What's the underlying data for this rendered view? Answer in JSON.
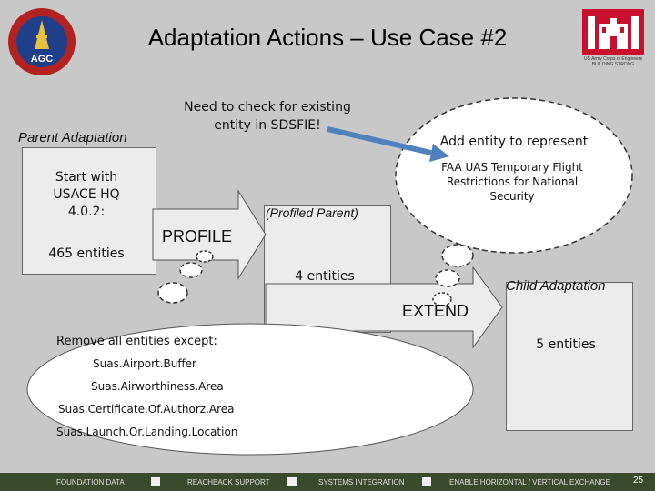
{
  "slide": {
    "title": "Adaptation Actions – Use Case #2",
    "logo_left_text": "AGC",
    "logo_right_caption": "US Army Corps of Engineers\nBUILDING STRONG",
    "parent": {
      "label": "Parent Adaptation",
      "start": "Start with\nUSACE HQ\n4.0.2:",
      "count": "465 entities"
    },
    "need_check": "Need to check for existing\nentity in SDSFIE!",
    "profile_label": "PROFILE",
    "profiled": {
      "label": "(Profiled Parent)",
      "count": "4 entities"
    },
    "add_entity": {
      "title": "Add entity to represent",
      "body": "FAA UAS Temporary Flight\nRestrictions for National\nSecurity"
    },
    "child": {
      "label": "Child Adaptation",
      "count": "5 entities"
    },
    "extend_label": "EXTEND",
    "remove": {
      "heading": "Remove all entities except:",
      "items": [
        "Suas.Airport.Buffer",
        "Suas.Airworthiness.Area",
        "Suas.Certificate.Of.Authorz.Area",
        "Suas.Launch.Or.Landing.Location"
      ]
    },
    "footer": {
      "items": [
        "FOUNDATION DATA",
        "REACHBACK SUPPORT",
        "SYSTEMS INTEGRATION",
        "ENABLE HORIZONTAL / VERTICAL EXCHANGE"
      ],
      "page": "25"
    },
    "colors": {
      "background": "#c8c8c8",
      "box": "#ececec",
      "footer": "#3a4a2c",
      "arrow_blue": "#4f81bd",
      "corps_red": "#c8102e"
    }
  }
}
